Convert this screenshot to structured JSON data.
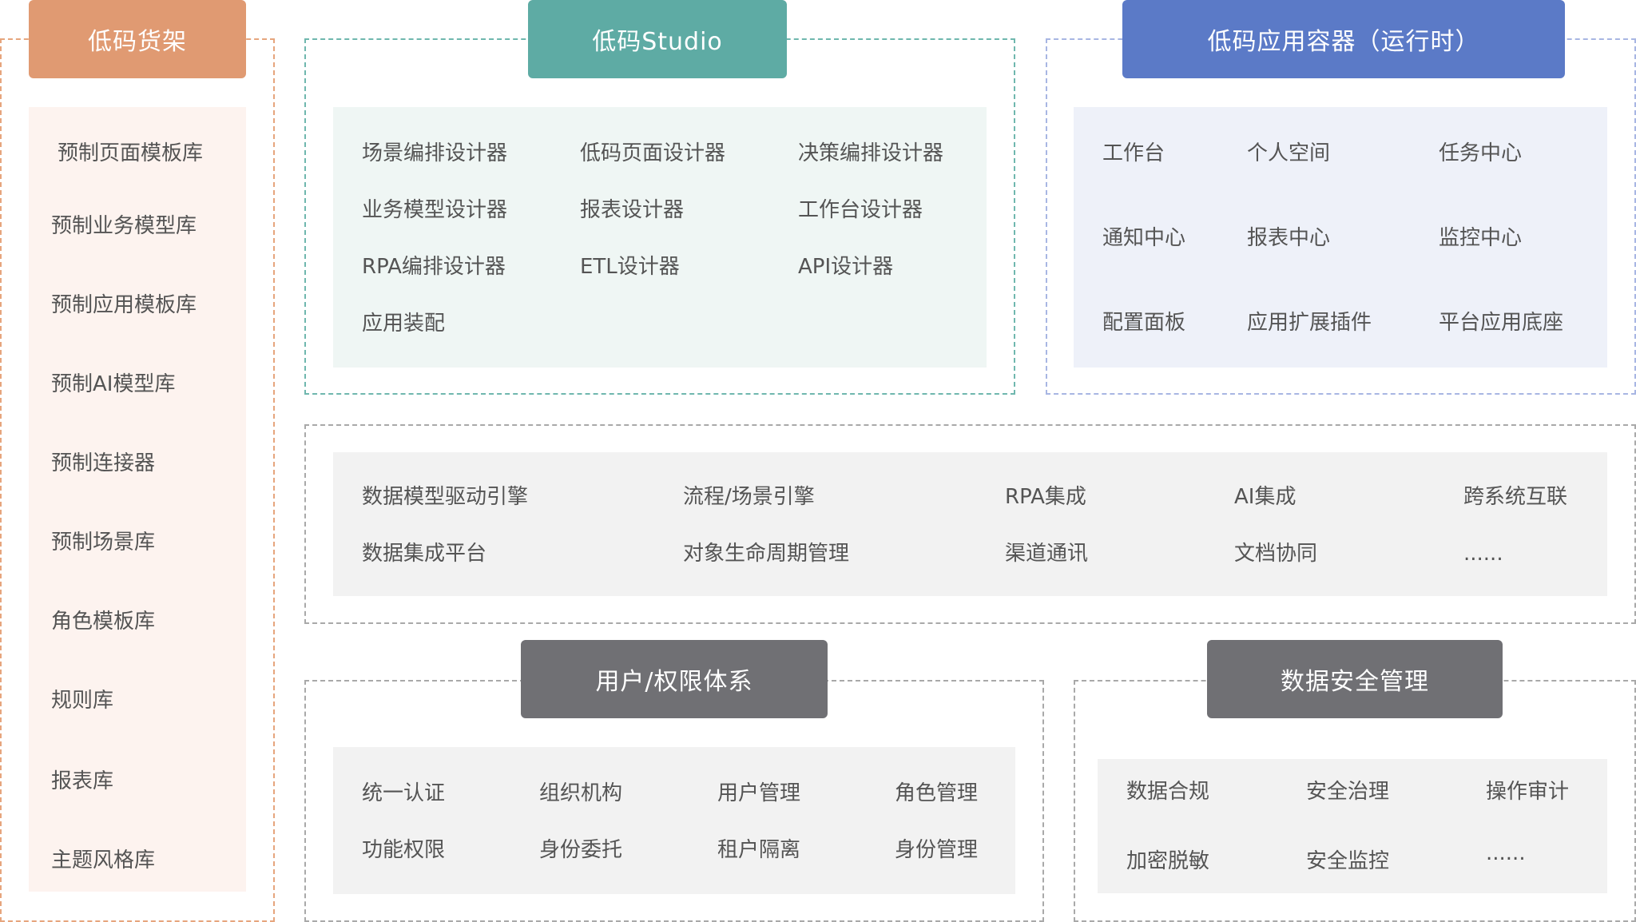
{
  "shelf": {
    "title": "低码货架",
    "items": [
      "预制页面模板库",
      "预制业务模型库",
      "预制应用模板库",
      "预制AI模型库",
      "预制连接器",
      "预制场景库",
      "角色模板库",
      "规则库",
      "报表库",
      "主题风格库"
    ]
  },
  "studio": {
    "title": "低码Studio",
    "items": [
      "场景编排设计器",
      "低码页面设计器",
      "决策编排设计器",
      "业务模型设计器",
      "报表设计器",
      "工作台设计器",
      "RPA编排设计器",
      "ETL设计器",
      "API设计器",
      "应用装配"
    ]
  },
  "container": {
    "title": "低码应用容器（运行时）",
    "items": [
      "工作台",
      "个人空间",
      "任务中心",
      "通知中心",
      "报表中心",
      "监控中心",
      "配置面板",
      "应用扩展插件",
      "平台应用底座"
    ]
  },
  "engine": {
    "items": [
      "数据模型驱动引擎",
      "流程/场景引擎",
      "RPA集成",
      "AI集成",
      "跨系统互联",
      "数据集成平台",
      "对象生命周期管理",
      "渠道通讯",
      "文档协同",
      "......"
    ]
  },
  "auth": {
    "title": "用户/权限体系",
    "items": [
      "统一认证",
      "组织机构",
      "用户管理",
      "角色管理",
      "功能权限",
      "身份委托",
      "租户隔离",
      "身份管理"
    ]
  },
  "security": {
    "title": "数据安全管理",
    "items": [
      "数据合规",
      "安全治理",
      "操作审计",
      "加密脱敏",
      "安全监控",
      "......"
    ]
  },
  "colors": {
    "orange": "#e09a72",
    "teal": "#5eaba4",
    "blue": "#5b7ac7",
    "gray": "#707074"
  }
}
